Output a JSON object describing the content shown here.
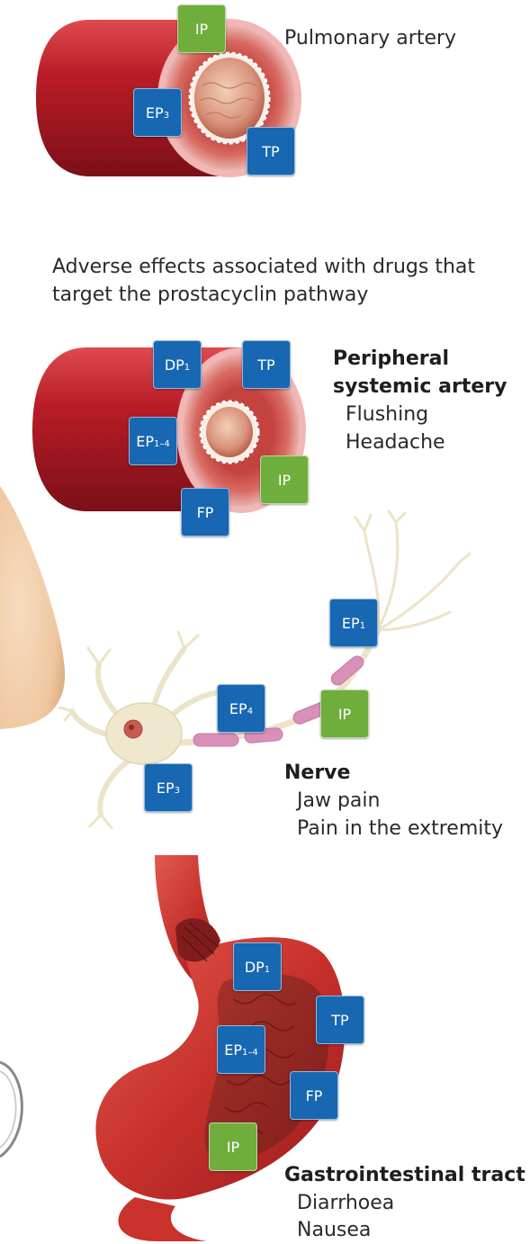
{
  "labels": {
    "pulmonary_artery": "Pulmonary artery",
    "intro_line1": "Adverse effects associated with drugs that",
    "intro_line2": "target the prostacyclin pathway",
    "peripheral_line1": "Peripheral",
    "peripheral_line2": "systemic artery",
    "nerve": "Nerve",
    "gi": "Gastrointestinal tract"
  },
  "effects": {
    "peripheral": [
      "Flushing",
      "Headache"
    ],
    "nerve": [
      "Jaw pain",
      "Pain in the extremity"
    ],
    "gi": [
      "Diarrhoea",
      "Nausea"
    ]
  },
  "receptors": {
    "pulmonary": [
      {
        "base": "IP",
        "sub": "",
        "color": "green"
      },
      {
        "base": "EP",
        "sub": "3",
        "color": "blue"
      },
      {
        "base": "TP",
        "sub": "",
        "color": "blue"
      }
    ],
    "peripheral": [
      {
        "base": "DP",
        "sub": "1",
        "color": "blue"
      },
      {
        "base": "TP",
        "sub": "",
        "color": "blue"
      },
      {
        "base": "EP",
        "sub": "1–4",
        "color": "blue"
      },
      {
        "base": "IP",
        "sub": "",
        "color": "green"
      },
      {
        "base": "FP",
        "sub": "",
        "color": "blue"
      }
    ],
    "nerve": [
      {
        "base": "EP",
        "sub": "1",
        "color": "blue"
      },
      {
        "base": "EP",
        "sub": "4",
        "color": "blue"
      },
      {
        "base": "IP",
        "sub": "",
        "color": "green"
      },
      {
        "base": "EP",
        "sub": "3",
        "color": "blue"
      }
    ],
    "gi": [
      {
        "base": "DP",
        "sub": "1",
        "color": "blue"
      },
      {
        "base": "TP",
        "sub": "",
        "color": "blue"
      },
      {
        "base": "EP",
        "sub": "1–4",
        "color": "blue"
      },
      {
        "base": "FP",
        "sub": "",
        "color": "blue"
      },
      {
        "base": "IP",
        "sub": "",
        "color": "green"
      }
    ]
  },
  "colors": {
    "receptor_blue": "#1767b3",
    "receptor_green": "#6fae3c",
    "artery_red": "#b3202a",
    "nerve_cream": "#efe8cf",
    "myelin_pink": "#d98fb7",
    "stomach_red": "#c9332c",
    "skin": "#f2d1ad"
  }
}
